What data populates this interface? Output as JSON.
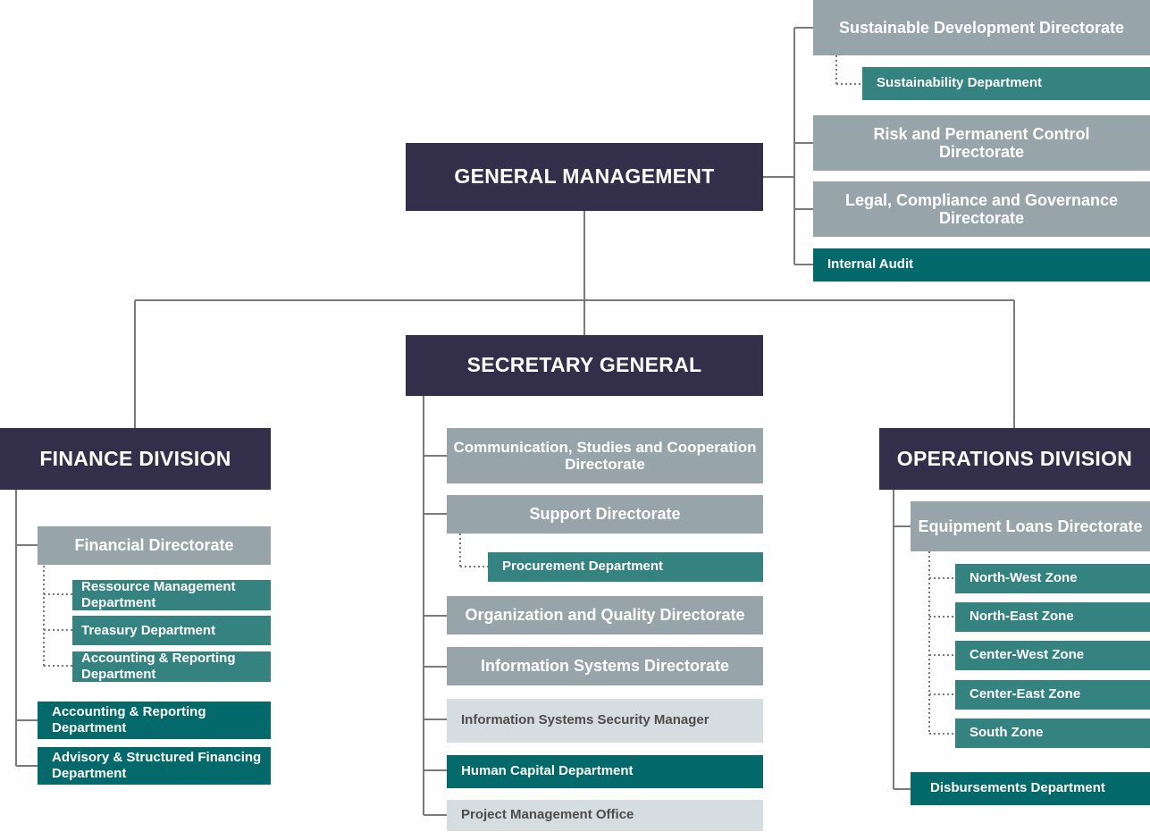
{
  "general_management": "GENERAL MANAGEMENT",
  "gm_units": {
    "sustainable_dev": "Sustainable Development Directorate",
    "sustainability_dept": "Sustainability Department",
    "risk_control": "Risk and Permanent Control Directorate",
    "legal_compliance": "Legal, Compliance and Governance Directorate",
    "internal_audit": "Internal Audit"
  },
  "secretary_general": "SECRETARY GENERAL",
  "sg_units": {
    "communication": "Communication, Studies and Cooperation Directorate",
    "support": "Support Directorate",
    "procurement": "Procurement Department",
    "organization_quality": "Organization and Quality Directorate",
    "information_systems": "Information Systems Directorate",
    "is_security": "Information Systems Security Manager",
    "human_capital": "Human Capital Department",
    "pmo": "Project Management Office"
  },
  "finance_division": "FINANCE DIVISION",
  "finance_units": {
    "financial_directorate": "Financial Directorate",
    "resource_mgmt": "Ressource Management Department",
    "treasury": "Treasury Department",
    "accounting_sub": "Accounting & Reporting Department",
    "accounting": "Accounting & Reporting Department",
    "advisory": "Advisory & Structured Financing Department"
  },
  "operations_division": "OPERATIONS DIVISION",
  "operations_units": {
    "equipment_loans": "Equipment Loans Directorate",
    "north_west": "North-West Zone",
    "north_east": "North-East Zone",
    "center_west": "Center-West Zone",
    "center_east": "Center-East Zone",
    "south": "South Zone",
    "disbursements": "Disbursements Department"
  },
  "colors": {
    "navy": "#332e4a",
    "grey": "#97a4a9",
    "teal": "#358380",
    "dark_teal": "#03696a",
    "pale": "#d6dde0",
    "connector": "#7a7a7a"
  }
}
